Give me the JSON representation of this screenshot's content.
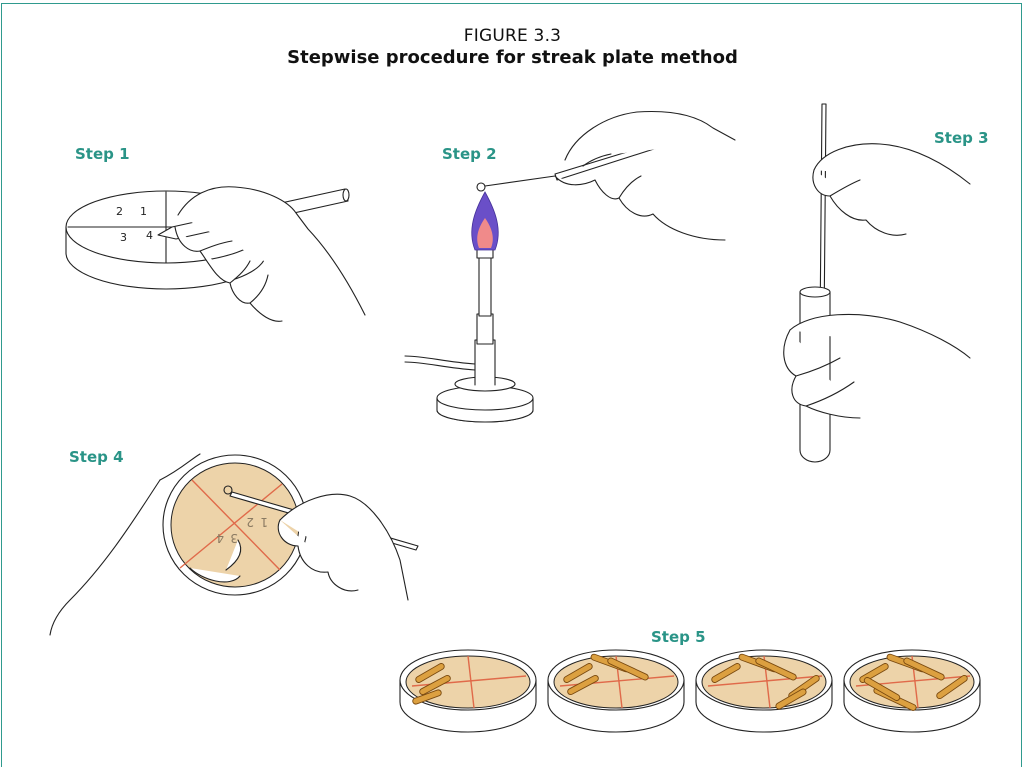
{
  "figure": {
    "label": "FIGURE 3.3",
    "title": "Stepwise procedure for streak plate method"
  },
  "steps": [
    {
      "label": "Step 1",
      "illustration": "marking-plate-sectors"
    },
    {
      "label": "Step 2",
      "illustration": "flaming-inoculating-loop"
    },
    {
      "label": "Step 3",
      "illustration": "loop-into-culture-tube"
    },
    {
      "label": "Step 4",
      "illustration": "streaking-first-sector"
    },
    {
      "label": "Step 5",
      "illustration": "four-plate-streak-sequence"
    }
  ],
  "plate_sector_numbers": [
    "1",
    "2",
    "3",
    "4"
  ],
  "colors": {
    "accent": "#2a9487",
    "border": "#2f9a8e",
    "agar": "#edd3a9",
    "sector_line": "#e06a4a",
    "streak": "#dca040",
    "flame_outer": "#6a4fc8",
    "flame_inner": "#f08a8a"
  }
}
